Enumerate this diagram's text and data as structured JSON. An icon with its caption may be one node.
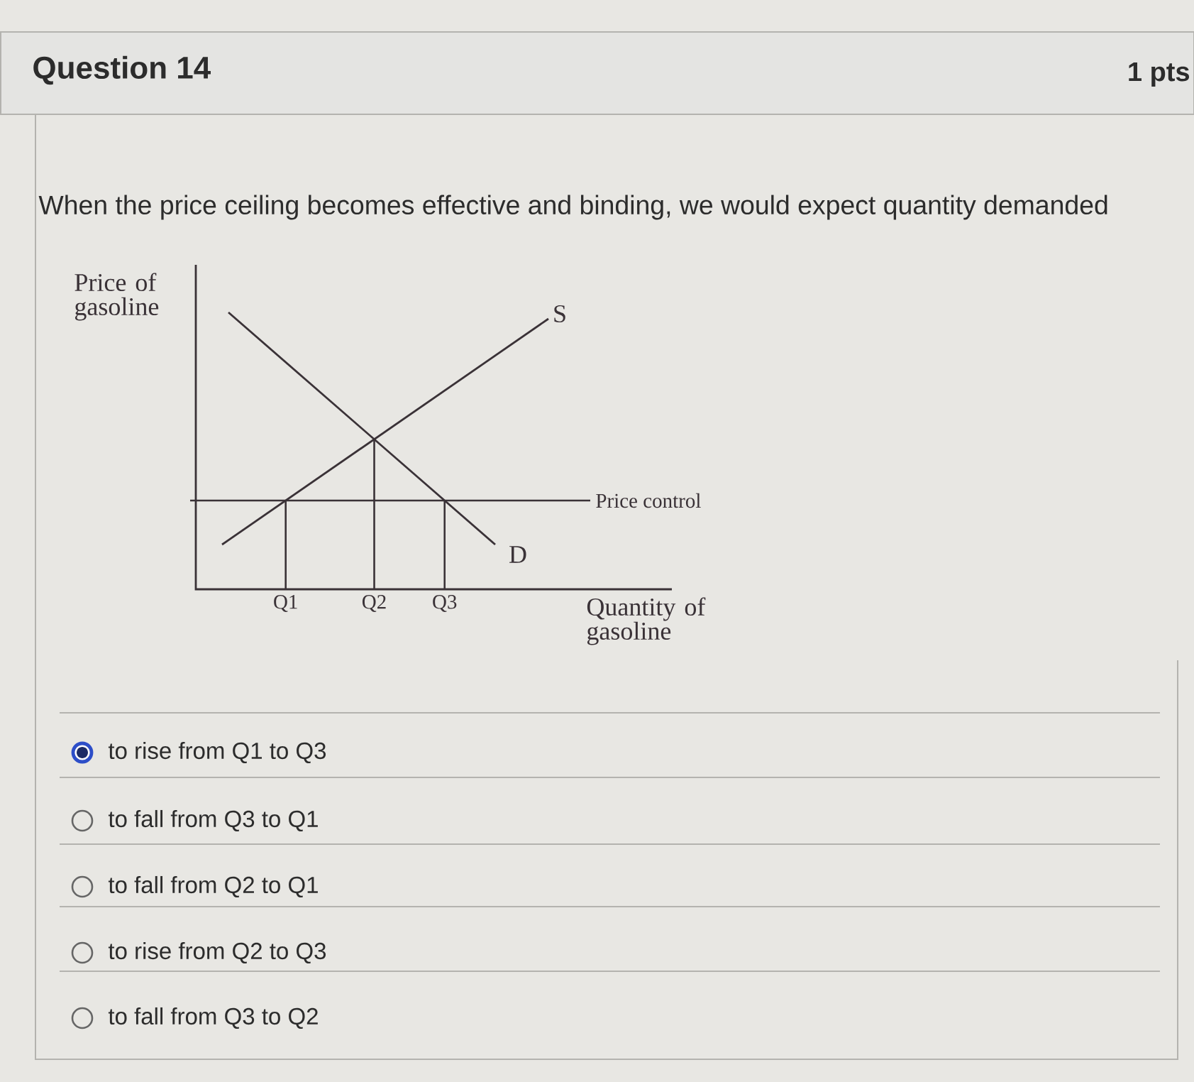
{
  "diagram": {
    "title": "Question 14",
    "labels": [
      "1 pts",
      "When the price ceiling becomes effective and binding, we would expect quantity demanded",
      "Price of gasoline",
      "S",
      "Price control",
      "D",
      "Q1",
      "Q2",
      "Q3",
      "Quantity of gasoline",
      "to rise from Q1 to Q3",
      "to fall from Q3 to Q1",
      "to fall from Q2 to Q1",
      "to rise from Q2 to Q3",
      "to fall from Q3 to Q2"
    ]
  }
}
